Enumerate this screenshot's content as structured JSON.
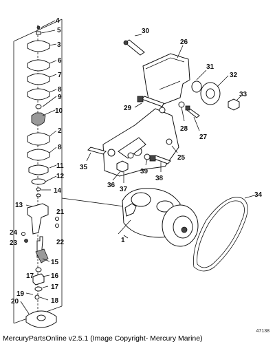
{
  "footer": {
    "copyright": "MercuryPartsOnline v2.5.1 (Image Copyright- Mercury Marine)",
    "figure_number": "47138"
  },
  "callouts": {
    "c1": "1",
    "c2": "2",
    "c3": "3",
    "c4": "4",
    "c5": "5",
    "c6": "6",
    "c7": "7",
    "c8": "8",
    "c8b": "8",
    "c9": "9",
    "c10": "10",
    "c11": "11",
    "c12": "12",
    "c13": "13",
    "c14": "14",
    "c15": "15",
    "c16": "16",
    "c17": "17",
    "c17b": "17",
    "c18": "18",
    "c19": "19",
    "c20": "20",
    "c21": "21",
    "c22": "22",
    "c23": "23",
    "c24": "24",
    "c25": "25",
    "c26": "26",
    "c27": "27",
    "c28": "28",
    "c29": "29",
    "c30": "30",
    "c31": "31",
    "c32": "32",
    "c33": "33",
    "c34": "34",
    "c35": "35",
    "c36": "36",
    "c37": "37",
    "c38": "38",
    "c39": "39"
  }
}
